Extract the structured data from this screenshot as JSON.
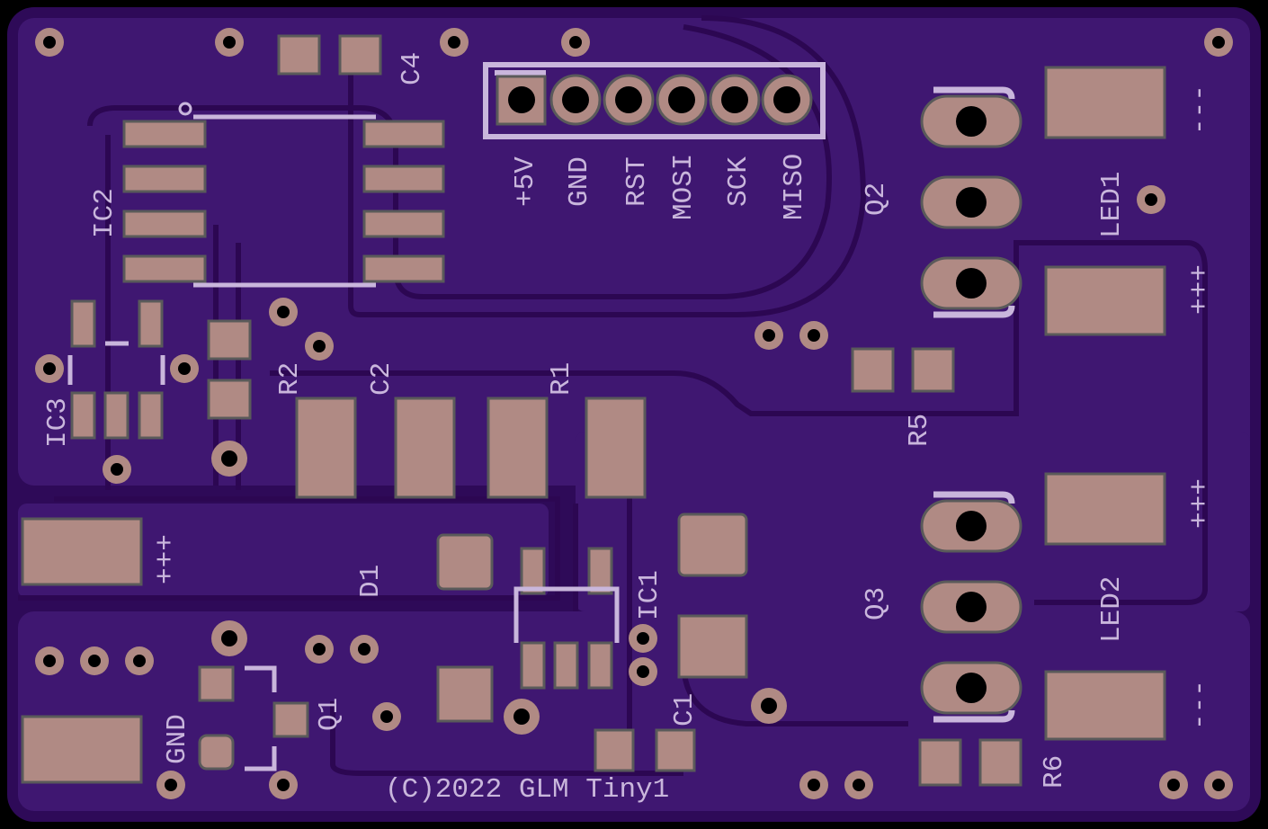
{
  "board": {
    "title": "GLM Tiny1 PCB",
    "colors": {
      "board": "#3c156b",
      "pour": "#3f1771",
      "pad": "#b08a84",
      "silk": "#c9b6dc",
      "edge": "#000000"
    },
    "copyright": "(C)2022 GLM Tiny1"
  },
  "header": {
    "pins": [
      "+5V",
      "GND",
      "RST",
      "MOSI",
      "SCK",
      "MISO"
    ]
  },
  "refdes": {
    "c4": "C4",
    "ic2": "IC2",
    "ic3": "IC3",
    "r2": "R2",
    "c2": "C2",
    "r1": "R1",
    "r5": "R5",
    "q2": "Q2",
    "led1": "LED1",
    "d1": "D1",
    "ic1": "IC1",
    "c1": "C1",
    "q1": "Q1",
    "q3": "Q3",
    "led2": "LED2",
    "r6": "R6"
  },
  "marks": {
    "gnd": "GND",
    "led1_minus": "---",
    "led1_plus": "+++",
    "led2_plus": "+++",
    "led2_minus": "---",
    "power_plus": "+++"
  }
}
